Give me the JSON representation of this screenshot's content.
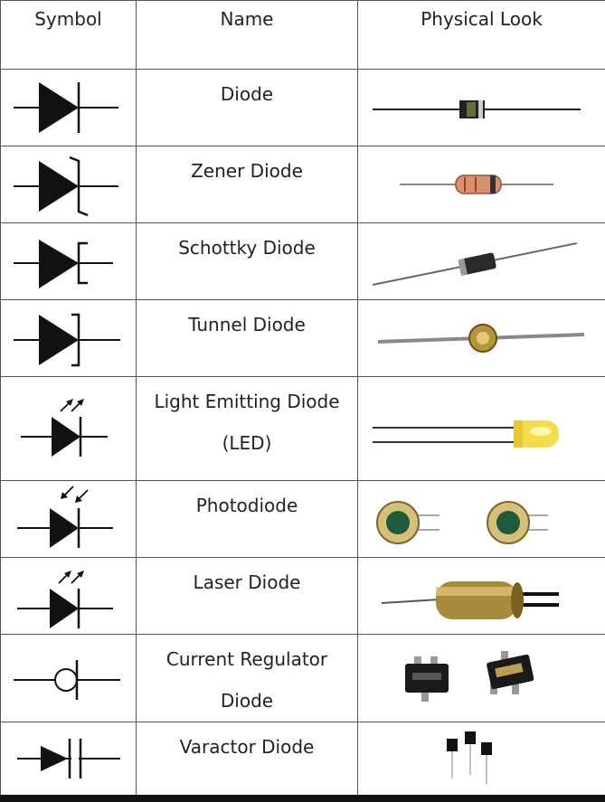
{
  "headers": {
    "symbol": "Symbol",
    "name": "Name",
    "look": "Physical Look"
  },
  "rows": [
    {
      "name": "Diode",
      "symbol_icon": "diode-symbol-icon",
      "look_icon": "axial-diode-photo"
    },
    {
      "name": "Zener Diode",
      "symbol_icon": "zener-diode-symbol-icon",
      "look_icon": "glass-zener-diode-photo"
    },
    {
      "name": "Schottky Diode",
      "symbol_icon": "schottky-diode-symbol-icon",
      "look_icon": "schottky-diode-photo"
    },
    {
      "name": "Tunnel Diode",
      "symbol_icon": "tunnel-diode-symbol-icon",
      "look_icon": "tunnel-diode-photo"
    },
    {
      "name_line1": "Light Emitting Diode",
      "name_line2": "(LED)",
      "symbol_icon": "led-symbol-icon",
      "look_icon": "yellow-led-photo"
    },
    {
      "name": "Photodiode",
      "symbol_icon": "photodiode-symbol-icon",
      "look_icon": "photodiode-photo"
    },
    {
      "name": "Laser Diode",
      "symbol_icon": "laser-diode-symbol-icon",
      "look_icon": "laser-diode-photo"
    },
    {
      "name_line1": "Current Regulator",
      "name_line2": "Diode",
      "symbol_icon": "current-regulator-diode-symbol-icon",
      "look_icon": "smd-current-regulator-photo"
    },
    {
      "name": "Varactor Diode",
      "symbol_icon": "varactor-diode-symbol-icon",
      "look_icon": "varactor-diode-photo"
    }
  ]
}
